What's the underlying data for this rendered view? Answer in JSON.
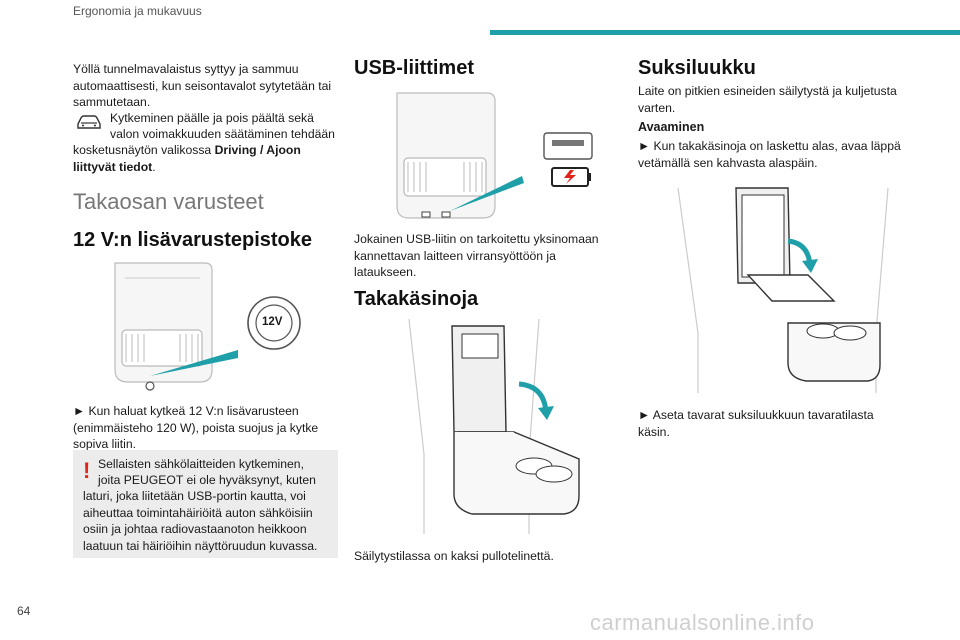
{
  "header": {
    "section_title": "Ergonomia ja mukavuus"
  },
  "col1": {
    "intro": "Yöllä tunnelmavalaistus syttyy ja sammuu automaattisesti, kun seisontavalot sytytetään tai sammutetaan.",
    "car_note_lines": [
      "Kytkeminen päälle ja pois päältä sekä",
      "valon voimakkuuden säätäminen tehdään"
    ],
    "car_note_tail": "kosketusnäytön valikossa ",
    "car_note_bold": "Driving / Ajoon liittyvät tiedot",
    "car_note_end": ".",
    "section_heading": "Takaosan varusteet",
    "accessory_heading": "12 V:n lisävarustepistoke",
    "socket_label": "12V",
    "accessory_text": "► Kun haluat kytkeä 12 V:n lisävarusteen (enimmäisteho 120 W), poista suojus ja kytke sopiva liitin.",
    "warning_mark": "!",
    "warning_lines": [
      "Sellaisten sähkölaitteiden kytkeminen,",
      "joita PEUGEOT ei ole hyväksynyt, kuten"
    ],
    "warning_tail": "laturi, joka liitetään USB-portin kautta, voi aiheuttaa toimintahäiriöitä auton sähköisiin osiin ja johtaa radiovastaanoton heikkoon laatuun tai häiriöihin näyttöruudun kuvassa."
  },
  "col2": {
    "usb_heading": "USB-liittimet",
    "usb_text": "Jokainen USB-liitin on tarkoitettu yksinomaan kannettavan laitteen virransyöttöön ja lataukseen.",
    "armrest_heading": "Takakäsinoja",
    "armrest_text": "Säilytystilassa on kaksi pullotelinettä."
  },
  "col3": {
    "ski_heading": "Suksiluukku",
    "ski_text": "Laite on pitkien esineiden säilytystä ja kuljetusta varten.",
    "opening_heading": "Avaaminen",
    "opening_text": "► Kun takakäsinoja on laskettu alas, avaa läppä vetämällä sen kahvasta alaspäin.",
    "place_text": "► Aseta tavarat suksiluukkuun tavaratilasta käsin."
  },
  "footer": {
    "page_number": "64",
    "watermark": "carmanualsonline.info"
  },
  "colors": {
    "accent": "#1f9fa8",
    "warning": "#e0241b",
    "warning_bg": "#ececec"
  }
}
